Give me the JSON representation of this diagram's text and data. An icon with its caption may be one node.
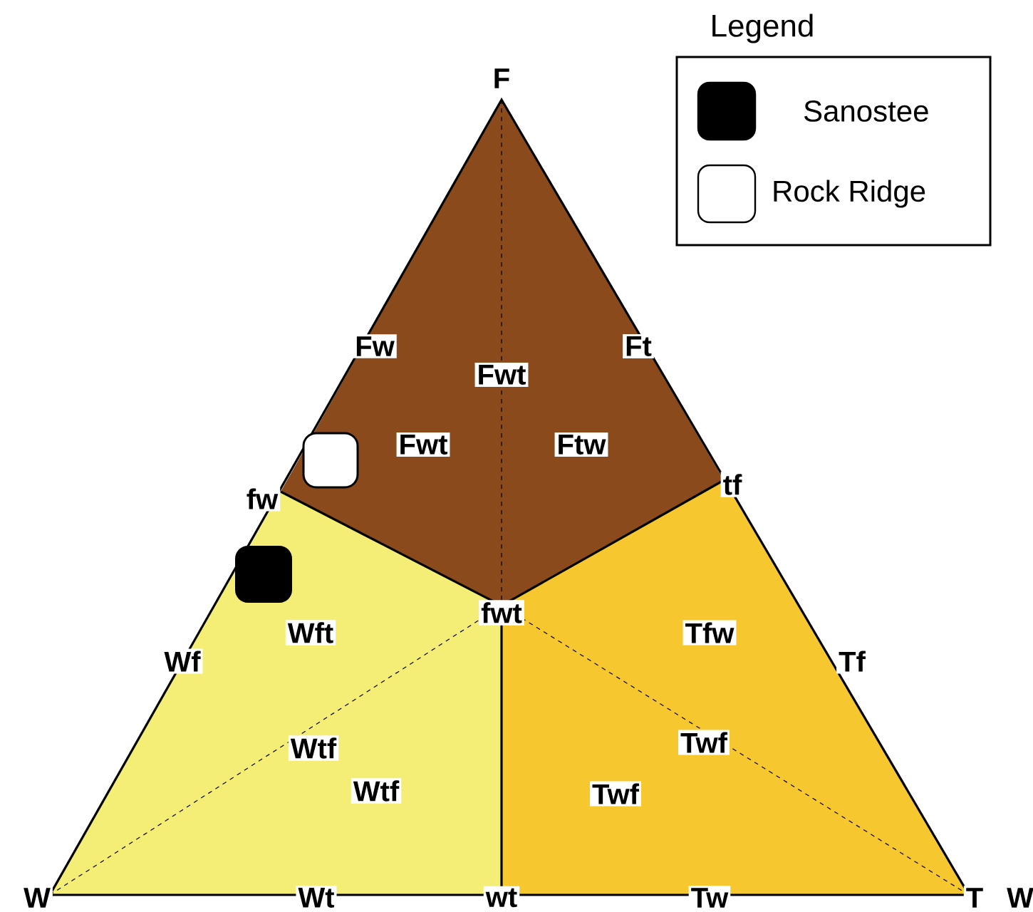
{
  "diagram": {
    "labels": [
      "Legend",
      "F",
      "Fw",
      "Ft",
      "Fwt",
      "Fwt",
      "Ftw",
      "fw",
      "tf",
      "fwt",
      "Wft",
      "Tfw",
      "Wf",
      "Tf",
      "Wtf",
      "Twf",
      "Wtf",
      "Twf",
      "W",
      "Wt",
      "wt",
      "Tw",
      "T",
      "W"
    ],
    "legend": [
      {
        "text": "Sanostee"
      },
      {
        "text": "Rock Ridge"
      }
    ]
  }
}
